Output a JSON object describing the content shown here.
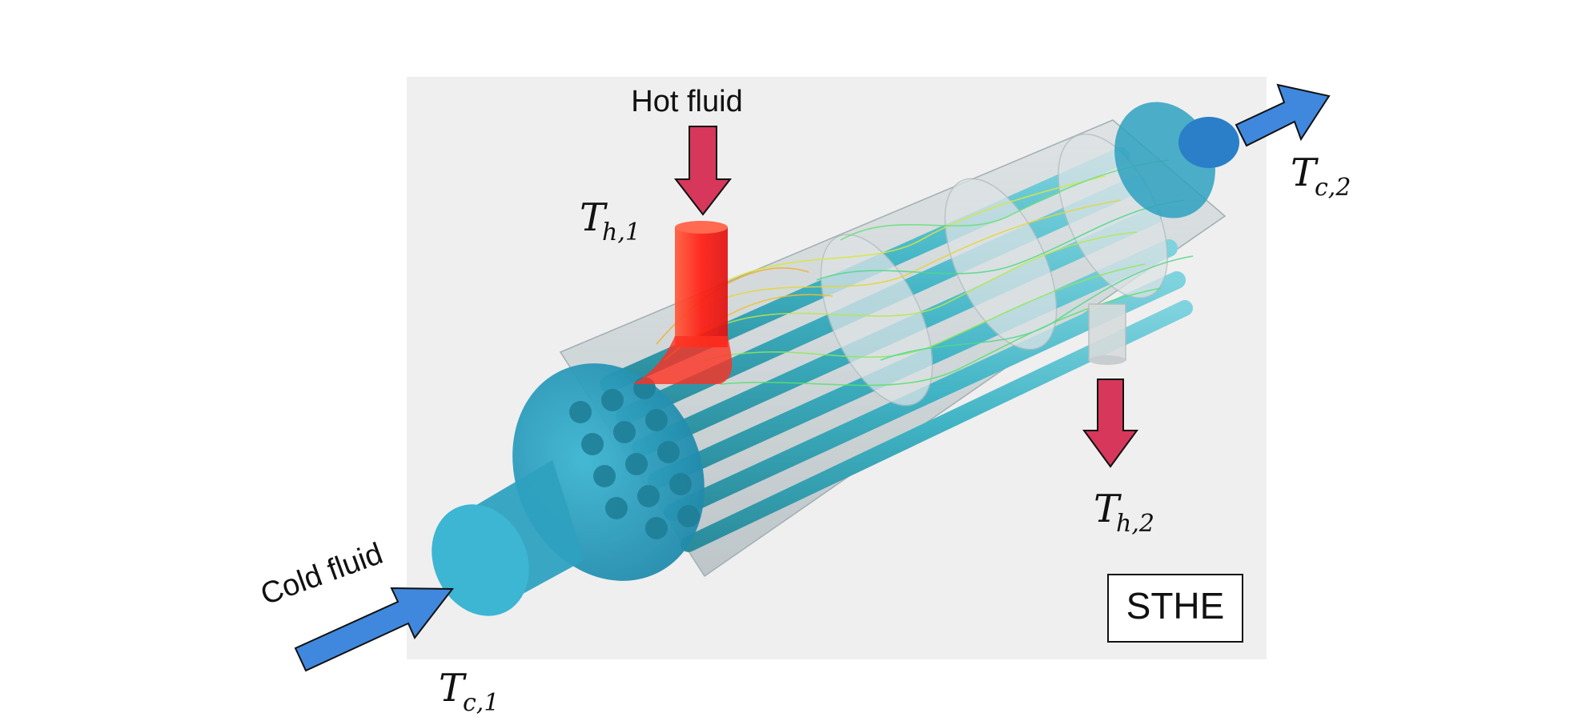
{
  "labels": {
    "hot_fluid": "Hot fluid",
    "cold_fluid": "Cold fluid",
    "device": "STHE"
  },
  "temperatures": {
    "hot_in": {
      "main": "T",
      "sub": "h,1"
    },
    "hot_out": {
      "main": "T",
      "sub": "h,2"
    },
    "cold_in": {
      "main": "T",
      "sub": "c,1"
    },
    "cold_out": {
      "main": "T",
      "sub": "c,2"
    }
  },
  "colors": {
    "hot_arrow": "#d6375a",
    "cold_arrow": "#3f88de",
    "shell_fill": "#c8d6da",
    "tube": "#3fb3c4",
    "header": "#2ea1c0",
    "panel_background": "#efefef",
    "hot_stream": "#ff2a1a",
    "streamline_warm": "#d8e83a",
    "streamline_cool": "#5ae070"
  }
}
